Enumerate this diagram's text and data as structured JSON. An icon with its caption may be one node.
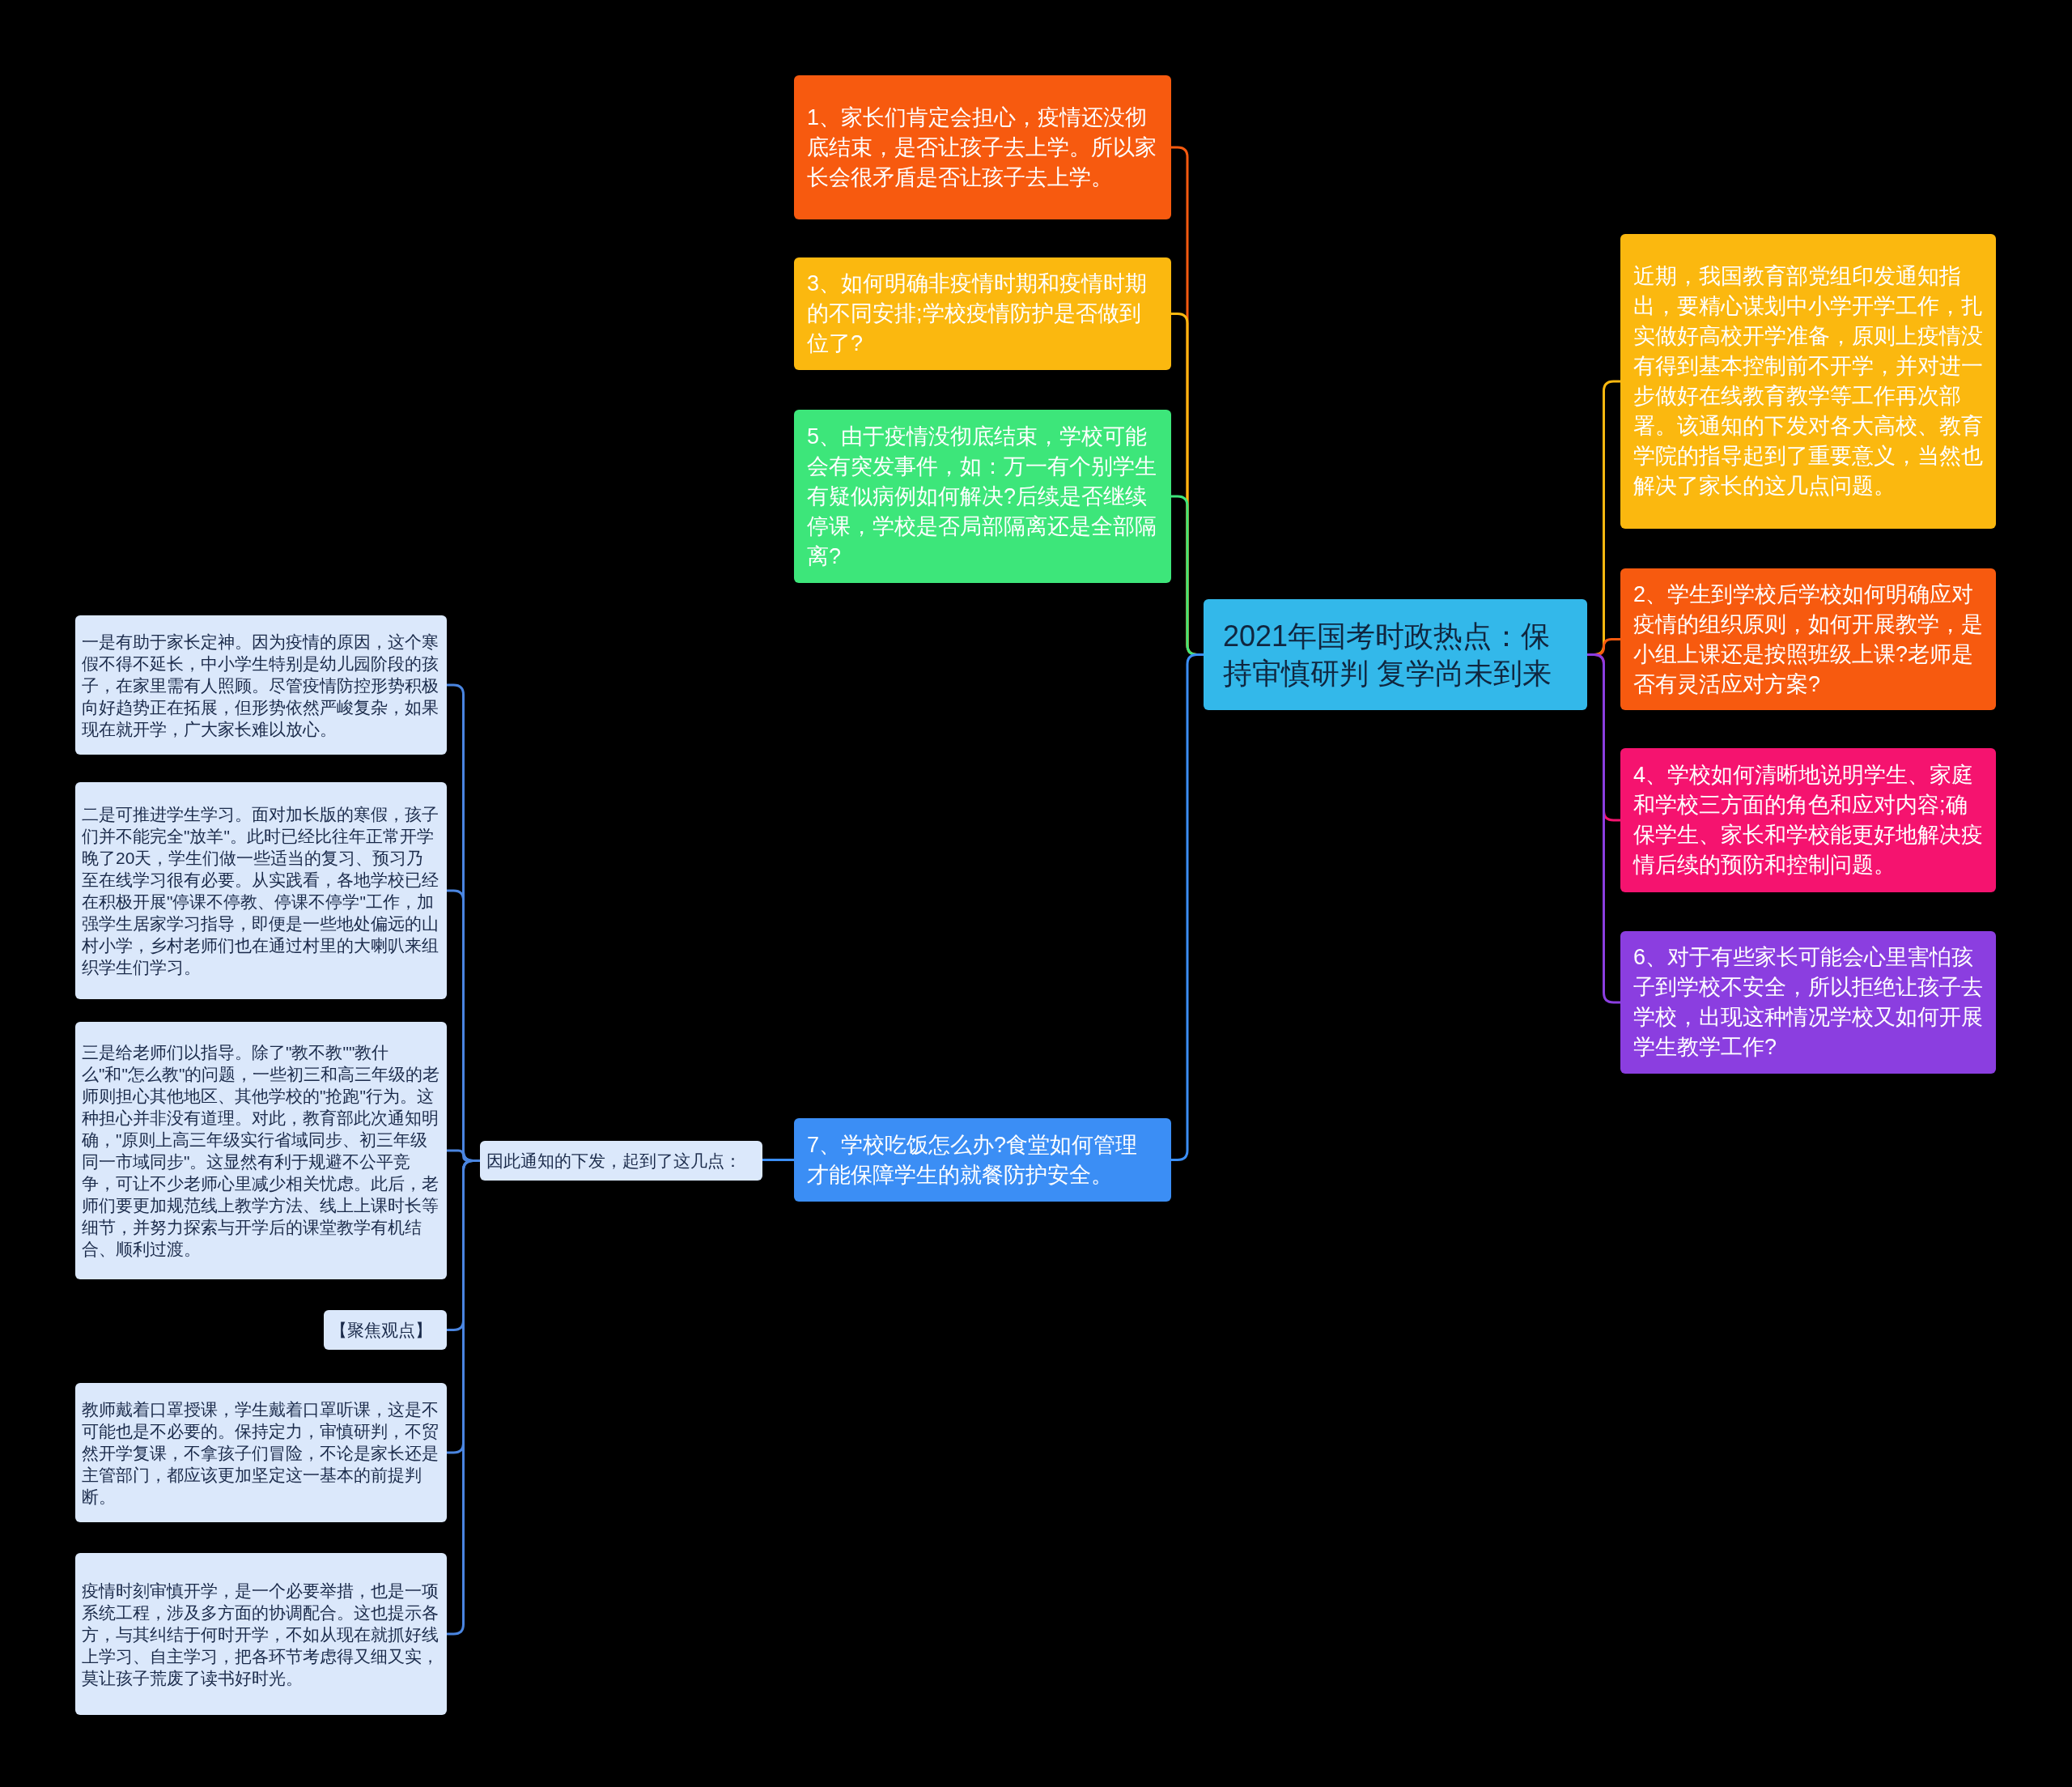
{
  "diagram": {
    "nodes": [
      {
        "text": [
          "2021年国考时政热点：保持审慎研判 复学尚未到来"
        ]
      },
      {
        "text": [
          "1、家长们肯定会担心，疫情还没彻底结束，是否让孩子去上学。所以家长会很矛盾是否让孩子去上学。"
        ]
      },
      {
        "text": [
          "3、如何明确非疫情时期和疫情时期的不同安排;学校疫情防护是否做到位了?"
        ]
      },
      {
        "text": [
          "5、由于疫情没彻底结束，学校可能会有突发事件，如：万一有个别学生有疑似病例如何解决?后续是否继续停课，学校是否局部隔离还是全部隔离?"
        ]
      },
      {
        "text": [
          "7、学校吃饭怎么办?食堂如何管理才能保障学生的就餐防护安全。"
        ]
      },
      {
        "text": [
          "因此通知的下发，起到了这几点："
        ]
      },
      {
        "text": [
          "一是有助于家长定神。因为疫情的原因，这个寒假不得不延长，中小学生特别是幼儿园阶段的孩子，在家里需有人照顾。尽管疫情防控形势积极向好趋势正在拓展，但形势依然严峻复杂，如果现在就开学，广大家长难以放心。"
        ]
      },
      {
        "text": [
          "二是可推进学生学习。面对加长版的寒假，孩子们并不能完全\"放羊\"。此时已经比往年正常开学晚了20天，学生们做一些适当的复习、预习乃至在线学习很有必要。从实践看，各地学校已经在积极开展\"停课不停教、停课不停学\"工作，加强学生居家学习指导，即便是一些地处偏远的山村小学，乡村老师们也在通过村里的大喇叭来组织学生们学习。"
        ]
      },
      {
        "text": [
          "三是给老师们以指导。除了\"教不教\"\"教什么\"和\"怎么教\"的问题，一些初三和高三年级的老师则担心其他地区、其他学校的\"抢跑\"行为。这种担心并非没有道理。对此，教育部此次通知明确，\"原则上高三年级实行省域同步、初三年级同一市域同步\"。这显然有利于规避不公平竞争，可让不少老师心里减少相关忧虑。此后，老师们要更加规范线上教学方法、线上上课时长等细节，并努力探索与开学后的课堂教学有机结合、顺利过渡。"
        ]
      },
      {
        "text": [
          "【聚焦观点】"
        ]
      },
      {
        "text": [
          "教师戴着口罩授课，学生戴着口罩听课，这是不可能也是不必要的。保持定力，审慎研判，不贸然开学复课，不拿孩子们冒险，不论是家长还是主管部门，都应该更加坚定这一基本的前提判断。"
        ]
      },
      {
        "text": [
          "疫情时刻审慎开学，是一个必要举措，也是一项系统工程，涉及多方面的协调配合。这也提示各方，与其纠结于何时开学，不如从现在就抓好线上学习、自主学习，把各环节考虑得又细又实，莫让孩子荒废了读书好时光。"
        ]
      },
      {
        "text": [
          "近期，我国教育部党组印发通知指出，要精心谋划中小学开学工作，扎实做好高校开学准备，原则上疫情没有得到基本控制前不开学，并对进一步做好在线教育教学等工作再次部署。该通知的下发对各大高校、教育学院的指导起到了重要意义，当然也解决了家长的这几点问题。"
        ]
      },
      {
        "text": [
          "2、学生到学校后学校如何明确应对疫情的组织原则，如何开展教学，是小组上课还是按照班级上课?老师是否有灵活应对方案?"
        ]
      },
      {
        "text": [
          "4、学校如何清晰地说明学生、家庭和学校三方面的角色和应对内容;确保学生、家长和学校能更好地解决疫情后续的预防和控制问题。"
        ]
      },
      {
        "text": [
          "6、对于有些家长可能会心里害怕孩子到学校不安全，所以拒绝让孩子去学校，出现这种情况学校又如何开展学生教学工作?"
        ]
      }
    ],
    "edges": [
      {
        "from": 0,
        "to": 1,
        "arrow": "none",
        "color": "#f75a0f"
      },
      {
        "from": 0,
        "to": 2,
        "arrow": "none",
        "color": "#fbb80f"
      },
      {
        "from": 0,
        "to": 3,
        "arrow": "none",
        "color": "#3de67a"
      },
      {
        "from": 0,
        "to": 4,
        "arrow": "none",
        "color": "#3b8ef5"
      },
      {
        "from": 4,
        "to": 5,
        "arrow": "none",
        "color": "#3b8ef5"
      },
      {
        "from": 5,
        "to": 6,
        "arrow": "none",
        "color": "#4a85e0"
      },
      {
        "from": 5,
        "to": 7,
        "arrow": "none",
        "color": "#4a85e0"
      },
      {
        "from": 5,
        "to": 8,
        "arrow": "none",
        "color": "#4a85e0"
      },
      {
        "from": 5,
        "to": 9,
        "arrow": "none",
        "color": "#4a85e0"
      },
      {
        "from": 5,
        "to": 10,
        "arrow": "none",
        "color": "#4a85e0"
      },
      {
        "from": 5,
        "to": 11,
        "arrow": "none",
        "color": "#4a85e0"
      },
      {
        "from": 0,
        "to": 12,
        "arrow": "none",
        "color": "#fbb80f"
      },
      {
        "from": 0,
        "to": 13,
        "arrow": "none",
        "color": "#f75a0f"
      },
      {
        "from": 0,
        "to": 14,
        "arrow": "none",
        "color": "#f5136f"
      },
      {
        "from": 0,
        "to": 15,
        "arrow": "none",
        "color": "#8b3ee0"
      }
    ]
  }
}
